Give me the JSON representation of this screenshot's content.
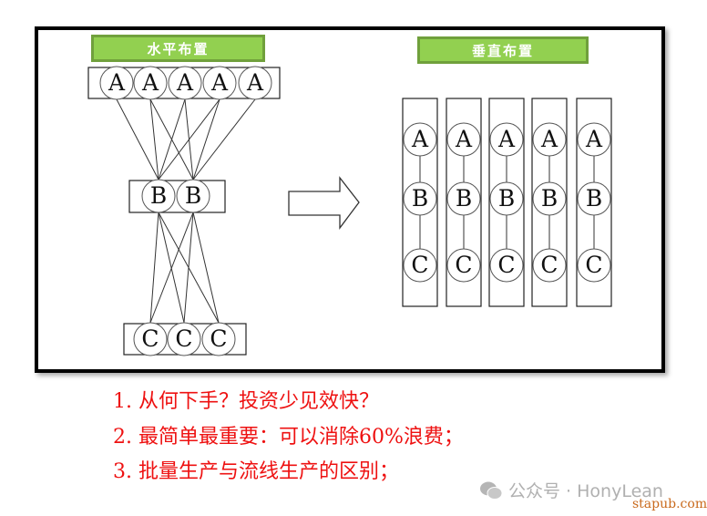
{
  "diagram": {
    "left_title": "水平布置",
    "right_title": "垂直布置",
    "horizontal_layout": {
      "row_a": [
        "A",
        "A",
        "A",
        "A",
        "A"
      ],
      "row_b": [
        "B",
        "B"
      ],
      "row_c": [
        "C",
        "C",
        "C"
      ],
      "edges_a_to_b": [
        [
          0,
          0
        ],
        [
          1,
          0
        ],
        [
          1,
          1
        ],
        [
          2,
          0
        ],
        [
          2,
          1
        ],
        [
          3,
          0
        ],
        [
          3,
          1
        ],
        [
          4,
          1
        ]
      ],
      "edges_b_to_c": [
        [
          0,
          0
        ],
        [
          0,
          1
        ],
        [
          0,
          2
        ],
        [
          1,
          0
        ],
        [
          1,
          1
        ],
        [
          1,
          2
        ]
      ]
    },
    "vertical_layout": {
      "columns": [
        [
          "A",
          "B",
          "C"
        ],
        [
          "A",
          "B",
          "C"
        ],
        [
          "A",
          "B",
          "C"
        ],
        [
          "A",
          "B",
          "C"
        ],
        [
          "A",
          "B",
          "C"
        ]
      ]
    },
    "arrow": "right-arrow"
  },
  "captions": [
    "1. 从何下手？投资少见效快？",
    "2. 最简单最重要：可以消除60%浪费；",
    "3. 批量生产与流线生产的区别；"
  ],
  "watermark": {
    "icon": "wechat-icon",
    "text": "公众号 · HonyLean"
  },
  "site": "stapub.com",
  "colors": {
    "label_fill": "#92d050",
    "label_border": "#70a03c",
    "caption_red": "#ee1111"
  }
}
